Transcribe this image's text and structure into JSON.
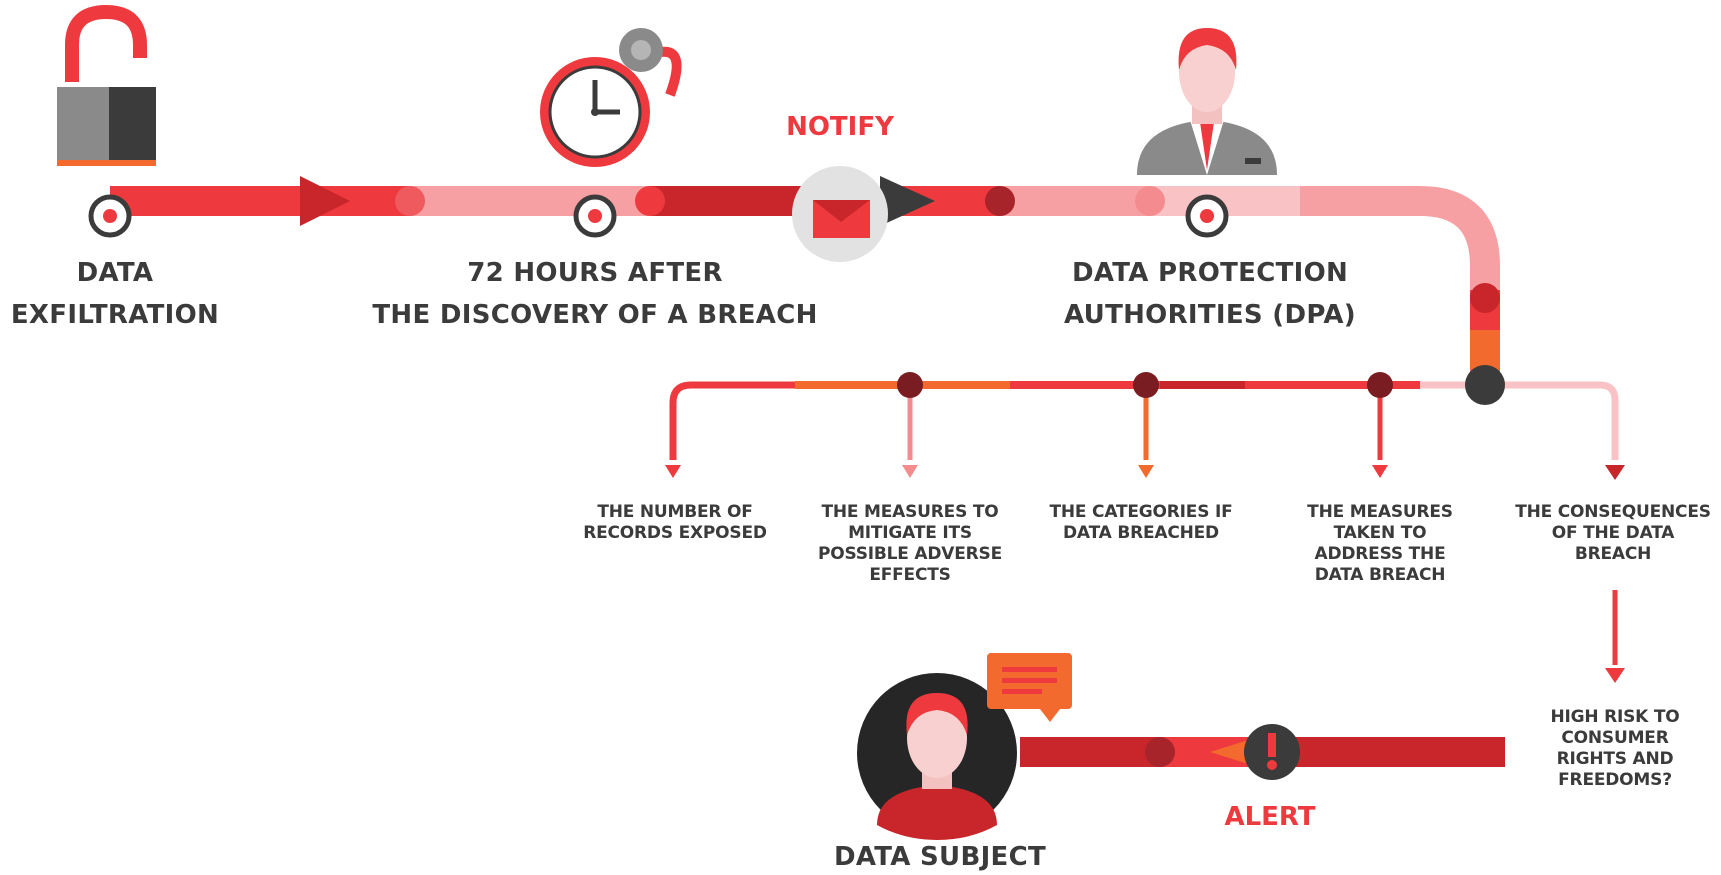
{
  "colors": {
    "red": "#ee3a3e",
    "dark_red": "#c8262b",
    "light_red": "#f7a0a3",
    "pale_red": "#f9c2c4",
    "orange": "#f26a2e",
    "dark_grey": "#3b3b3b",
    "mid_grey": "#8a8a8a",
    "light_grey": "#e2e2e2"
  },
  "icons": {
    "exfiltration": "open-padlock-icon",
    "timer": "alarm-clock-icon",
    "notify": "envelope-icon",
    "dpa": "businessman-icon",
    "subject": "person-avatar-icon",
    "chat": "speech-bubble-icon",
    "alert": "exclamation-icon"
  },
  "steps": [
    {
      "lines": [
        "DATA",
        "EXFILTRATION"
      ]
    },
    {
      "lines": [
        "72 HOURS AFTER",
        "THE DISCOVERY OF A BREACH"
      ]
    },
    {
      "lines": [
        "DATA PROTECTION",
        "AUTHORITIES (DPA)"
      ]
    }
  ],
  "notify_label": "NOTIFY",
  "branches": [
    {
      "lines": [
        "THE NUMBER OF",
        "RECORDS EXPOSED"
      ]
    },
    {
      "lines": [
        "THE MEASURES TO",
        "MITIGATE ITS",
        "POSSIBLE ADVERSE",
        "EFFECTS"
      ]
    },
    {
      "lines": [
        "THE CATEGORIES IF",
        "DATA BREACHED"
      ]
    },
    {
      "lines": [
        "THE MEASURES",
        "TAKEN TO",
        "ADDRESS THE",
        "DATA BREACH"
      ]
    },
    {
      "lines": [
        "THE CONSEQUENCES",
        "OF THE DATA",
        "BREACH"
      ]
    }
  ],
  "risk_question": {
    "lines": [
      "HIGH RISK TO",
      "CONSUMER",
      "RIGHTS AND",
      "FREEDOMS?"
    ]
  },
  "alert_label": "ALERT",
  "subject_label": "DATA SUBJECT"
}
